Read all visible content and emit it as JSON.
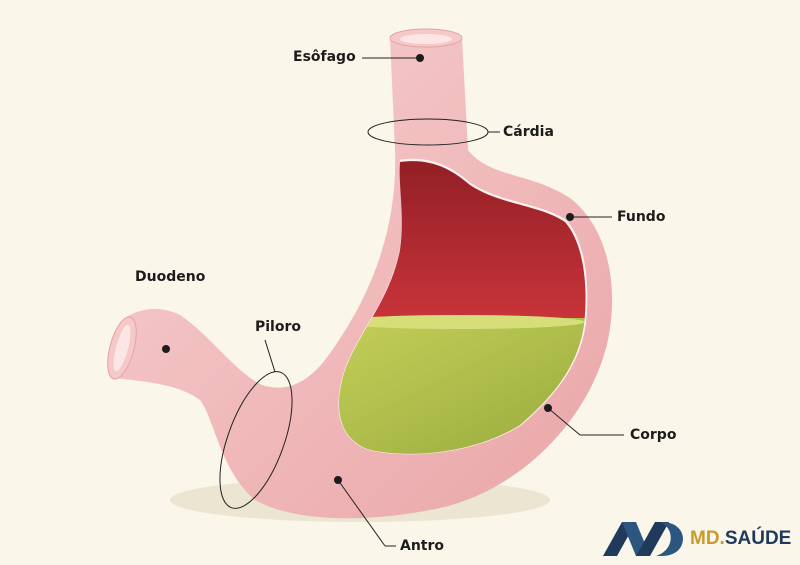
{
  "labels": {
    "esofago": "Esôfago",
    "cardia": "Cárdia",
    "fundo": "Fundo",
    "duodeno": "Duodeno",
    "piloro": "Piloro",
    "corpo": "Corpo",
    "antro": "Antro"
  },
  "logo": {
    "prefix": "MD.",
    "suffix": "SAÚDE",
    "mark": "MD"
  },
  "colors": {
    "background": "#faf6e9",
    "tissue": "#f2bcbc",
    "mucosa": "#a8262b",
    "content": "#b3c24a",
    "logo_blue": "#1f3a5a",
    "logo_gold": "#c99a2e"
  }
}
